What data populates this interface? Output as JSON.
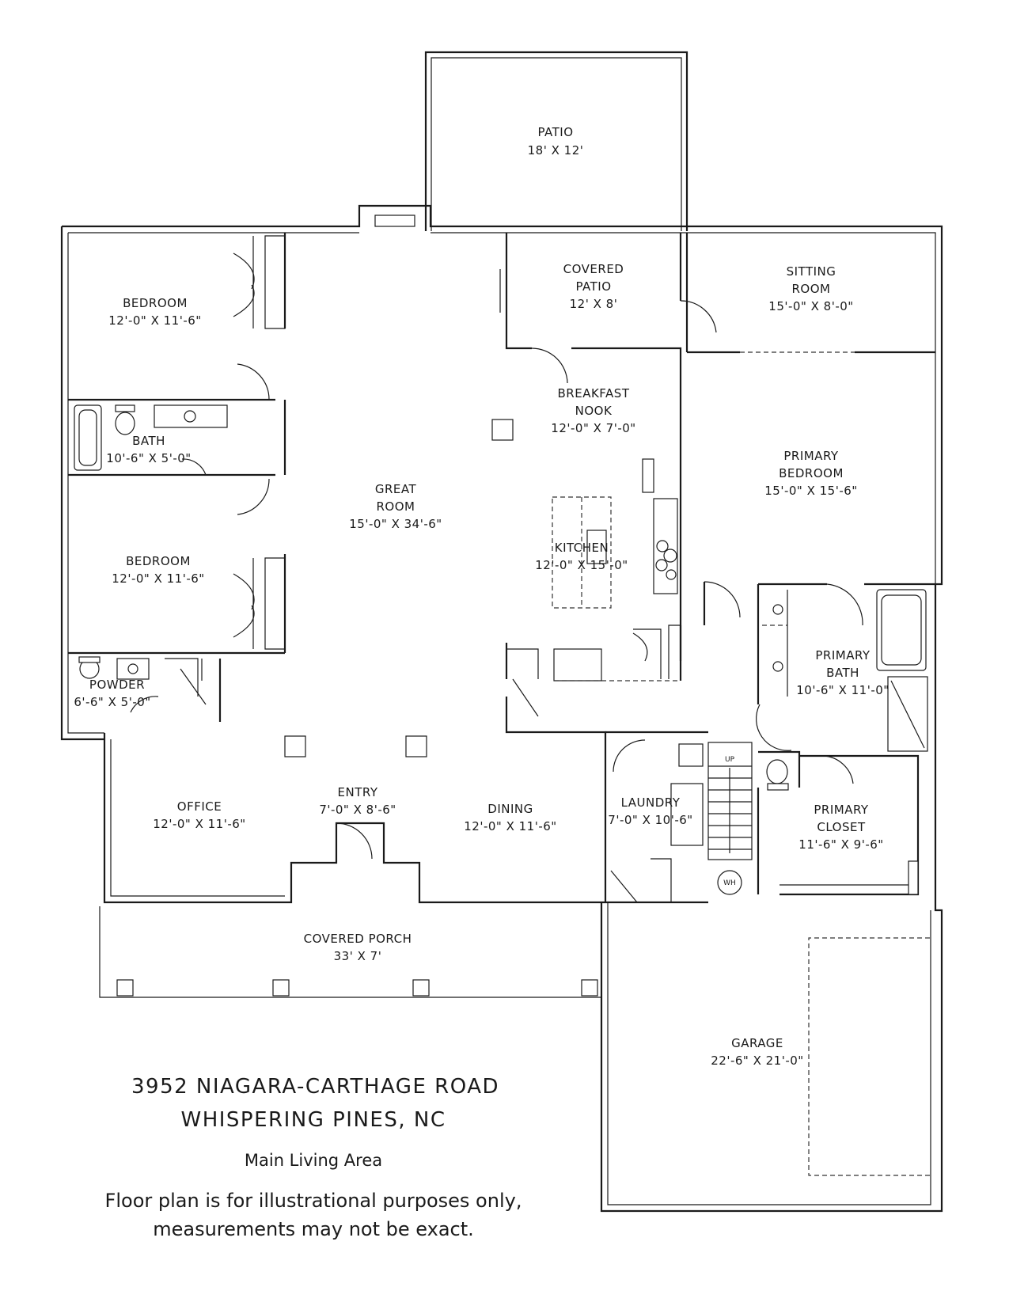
{
  "rooms": {
    "patio": {
      "name": "PATIO",
      "dim": "18' X 12'"
    },
    "covered_patio": {
      "name_1": "COVERED",
      "name_2": "PATIO",
      "dim": "12' X 8'"
    },
    "sitting_room": {
      "name_1": "SITTING",
      "name_2": "ROOM",
      "dim": "15'-0\" X 8'-0\""
    },
    "bedroom_1": {
      "name": "BEDROOM",
      "dim": "12'-0\" X 11'-6\""
    },
    "bath": {
      "name": "BATH",
      "dim": "10'-6\" X 5'-0\""
    },
    "bedroom_2": {
      "name": "BEDROOM",
      "dim": "12'-0\" X 11'-6\""
    },
    "powder": {
      "name": "POWDER",
      "dim": "6'-6\" X 5'-0\""
    },
    "great_room": {
      "name_1": "GREAT",
      "name_2": "ROOM",
      "dim": "15'-0\" X 34'-6\""
    },
    "breakfast_nook": {
      "name_1": "BREAKFAST",
      "name_2": "NOOK",
      "dim": "12'-0\" X 7'-0\""
    },
    "kitchen": {
      "name": "KITCHEN",
      "dim": "12'-0\" X 15'-0\""
    },
    "primary_bedroom": {
      "name_1": "PRIMARY",
      "name_2": "BEDROOM",
      "dim": "15'-0\" X 15'-6\""
    },
    "primary_bath": {
      "name_1": "PRIMARY",
      "name_2": "BATH",
      "dim": "10'-6\" X 11'-0\""
    },
    "primary_closet": {
      "name_1": "PRIMARY",
      "name_2": "CLOSET",
      "dim": "11'-6\" X 9'-6\""
    },
    "office": {
      "name": "OFFICE",
      "dim": "12'-0\" X 11'-6\""
    },
    "entry": {
      "name": "ENTRY",
      "dim": "7'-0\" X 8'-6\""
    },
    "dining": {
      "name": "DINING",
      "dim": "12'-0\" X 11'-6\""
    },
    "laundry": {
      "name": "LAUNDRY",
      "dim": "7'-0\" X 10'-6\""
    },
    "covered_porch": {
      "name": "COVERED PORCH",
      "dim": "33' X 7'"
    },
    "garage": {
      "name": "GARAGE",
      "dim": "22'-6\" X 21'-0\""
    }
  },
  "fixtures": {
    "stairs_label": "UP",
    "water_heater_label": "WH"
  },
  "caption": {
    "address_line_1": "3952 NIAGARA-CARTHAGE ROAD",
    "address_line_2": "WHISPERING PINES, NC",
    "area": "Main Living Area",
    "disclaimer_line_1": "Floor plan is for illustrational purposes only,",
    "disclaimer_line_2": "measurements may not be exact."
  }
}
